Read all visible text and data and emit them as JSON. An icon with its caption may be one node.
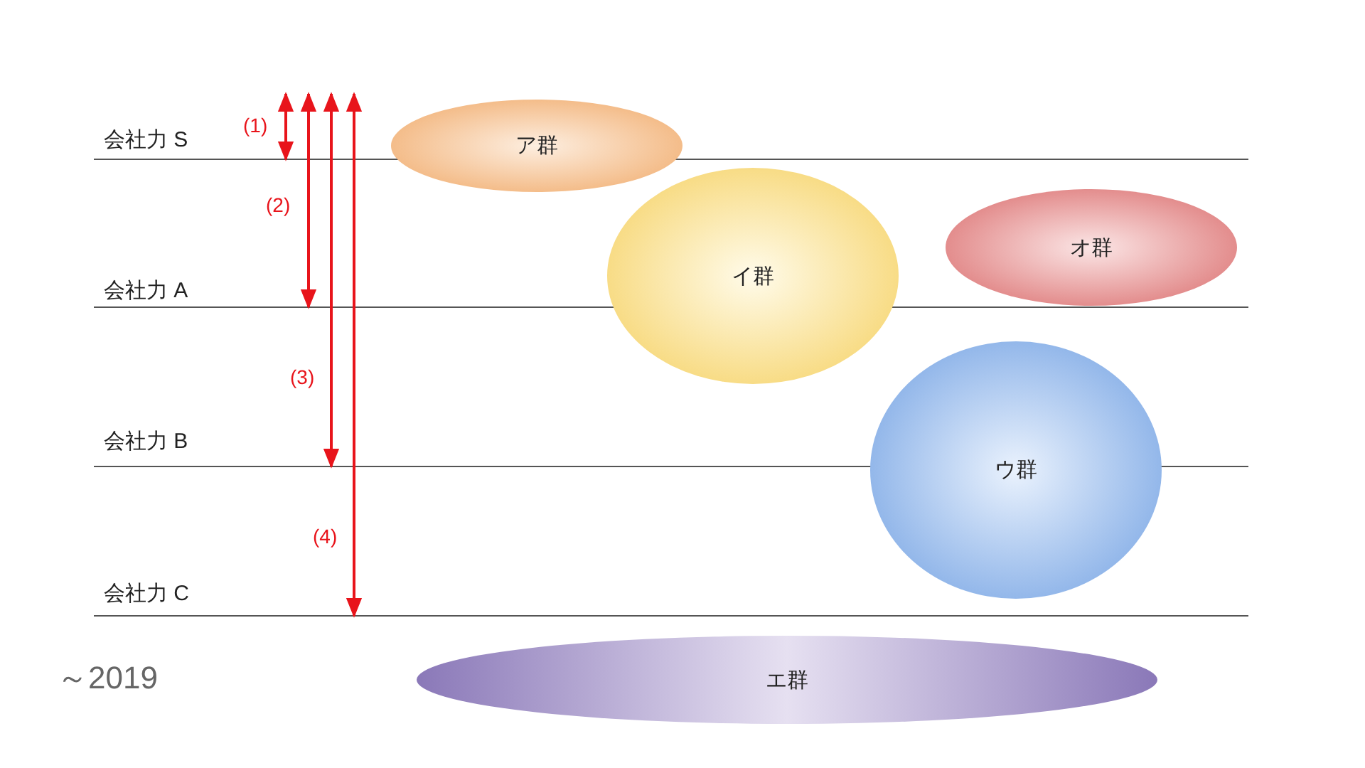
{
  "diagram": {
    "nodes": [
      {
        "text": [
          "ア群"
        ]
      },
      {
        "text": [
          "イ群"
        ]
      },
      {
        "text": [
          "オ群"
        ]
      },
      {
        "text": [
          "ウ群"
        ]
      },
      {
        "text": [
          "エ群"
        ]
      }
    ],
    "labels": [
      "会社力 S",
      "(1)",
      "(2)",
      "会社力 A",
      "(3)",
      "会社力 B",
      "(4)",
      "会社力 C",
      "～2019"
    ]
  }
}
